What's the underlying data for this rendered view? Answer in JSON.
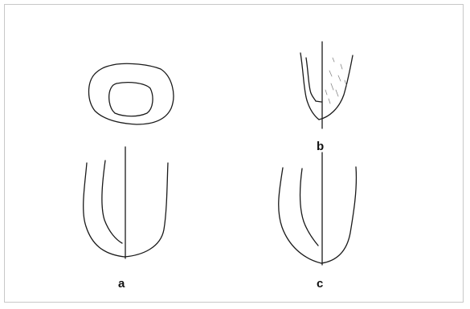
{
  "figure": {
    "labels": {
      "a": "a",
      "b": "b",
      "c": "c"
    },
    "line_color": "#1a1a1a",
    "hatch_color": "#888888"
  }
}
